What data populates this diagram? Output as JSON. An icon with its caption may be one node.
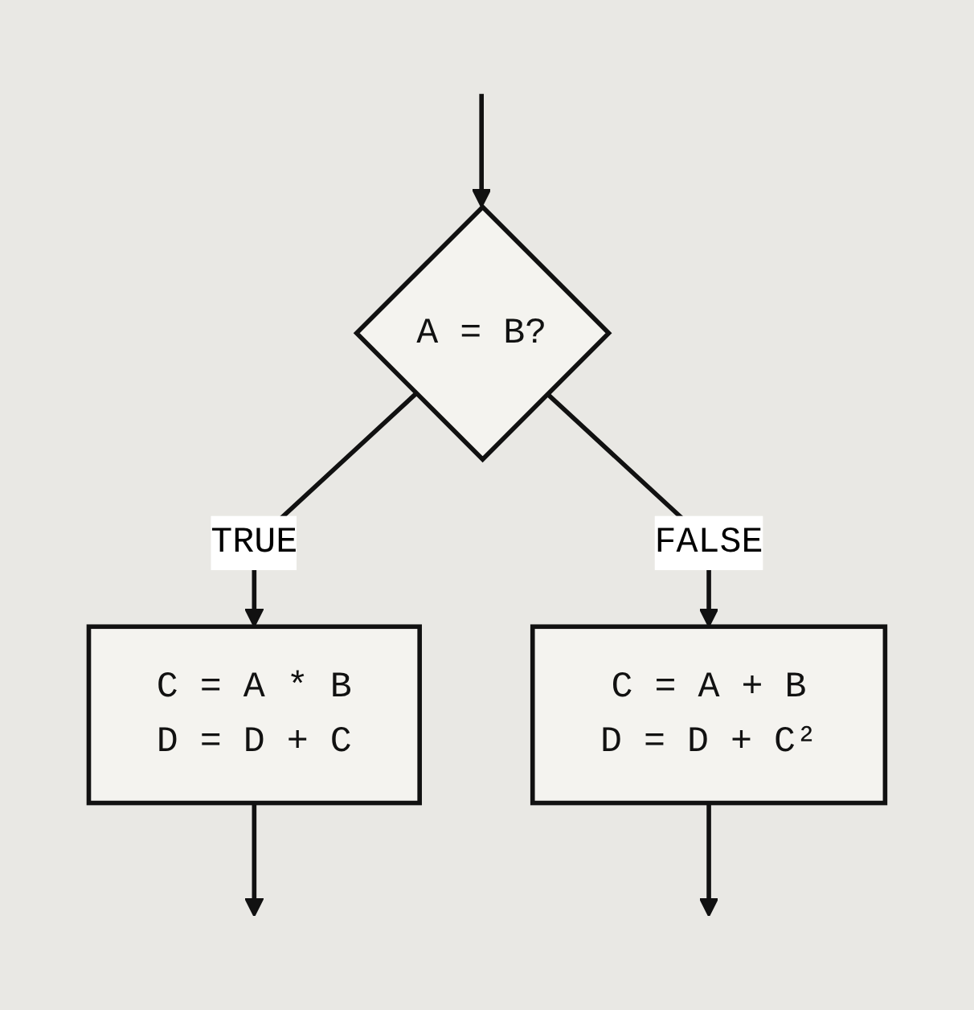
{
  "diagram": {
    "nodes": [
      {
        "text": [
          "A = B?"
        ]
      },
      {
        "text": [
          "C = A * B",
          "D = D + C"
        ]
      },
      {
        "text": [
          "C = A + B",
          "D = D + C²"
        ]
      }
    ],
    "edges": [
      {
        "from": null,
        "to": 0,
        "arrow": "to"
      },
      {
        "from": 0,
        "to": 1,
        "arrow": "to",
        "label": "TRUE"
      },
      {
        "from": 0,
        "to": 2,
        "arrow": "to",
        "label": "FALSE"
      },
      {
        "from": 2,
        "to": null,
        "arrow": "to"
      },
      {
        "from": 1,
        "to": null,
        "arrow": "to"
      }
    ]
  }
}
